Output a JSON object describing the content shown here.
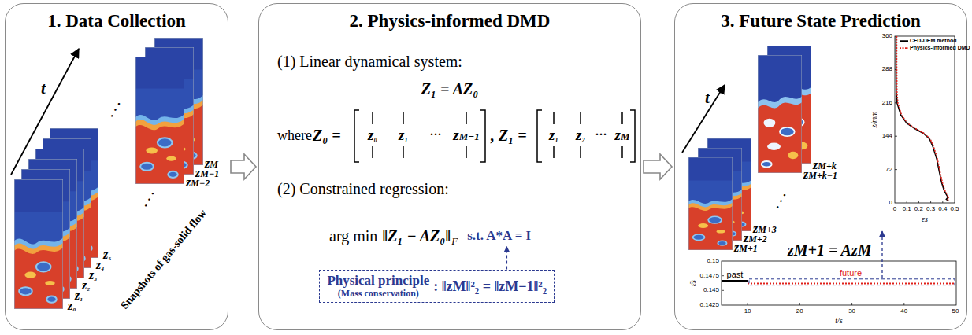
{
  "diagram": {
    "nodes": [
      {
        "text": [
          "1. Data Collection"
        ]
      },
      {
        "text": [
          "2. Physics-informed DMD"
        ]
      },
      {
        "text": [
          "3. Future State Prediction"
        ]
      },
      {
        "text": [
          "Physical principle",
          "(Mass conservation)",
          ": ‖zM‖²₂ = ‖zM−1‖²₂"
        ],
        "in": 1
      }
    ],
    "edges": [
      {
        "from": 0,
        "to": 1,
        "arrow": "to"
      },
      {
        "from": 1,
        "to": 2,
        "arrow": "to"
      }
    ],
    "labels": [
      "t",
      "z₀",
      "z₁",
      "z₂",
      "z₃",
      "z₄",
      "z₅",
      "zM",
      "zM−1",
      "zM−2",
      "· · ·",
      "· · ·",
      "Snapshots of gas-solid flow",
      "(1) Linear dynamical system:",
      "Z₁ = AZ₀",
      "where",
      "Z₀ =",
      "z₀",
      "z₁",
      "···",
      "zM−1",
      ", Z₁ =",
      "z₁",
      "z₂",
      "···",
      "zM",
      "(2) Constrained regression:",
      "arg min",
      "‖Z₁ − AZ₀‖",
      "F",
      "s.t. A*A = I",
      "t",
      "zM+3",
      "zM+2",
      "zM+1",
      "zM+k",
      "zM+k−1",
      "· · ·",
      "zM+1 = AzM",
      "360",
      "288",
      "216",
      "144",
      "72",
      "0",
      "z/mm",
      "0",
      "0.1",
      "0.2",
      "0.3",
      "0.4",
      "0.5",
      "εs",
      "0.15",
      "0.1475",
      "0.145",
      "0.1425",
      "ε̄s",
      "10",
      "20",
      "30",
      "40",
      "50",
      "t/s",
      "past",
      "future"
    ],
    "legend": [
      {
        "text": "CFD-DEM method"
      },
      {
        "text": "Physics-informed DMD"
      }
    ]
  }
}
